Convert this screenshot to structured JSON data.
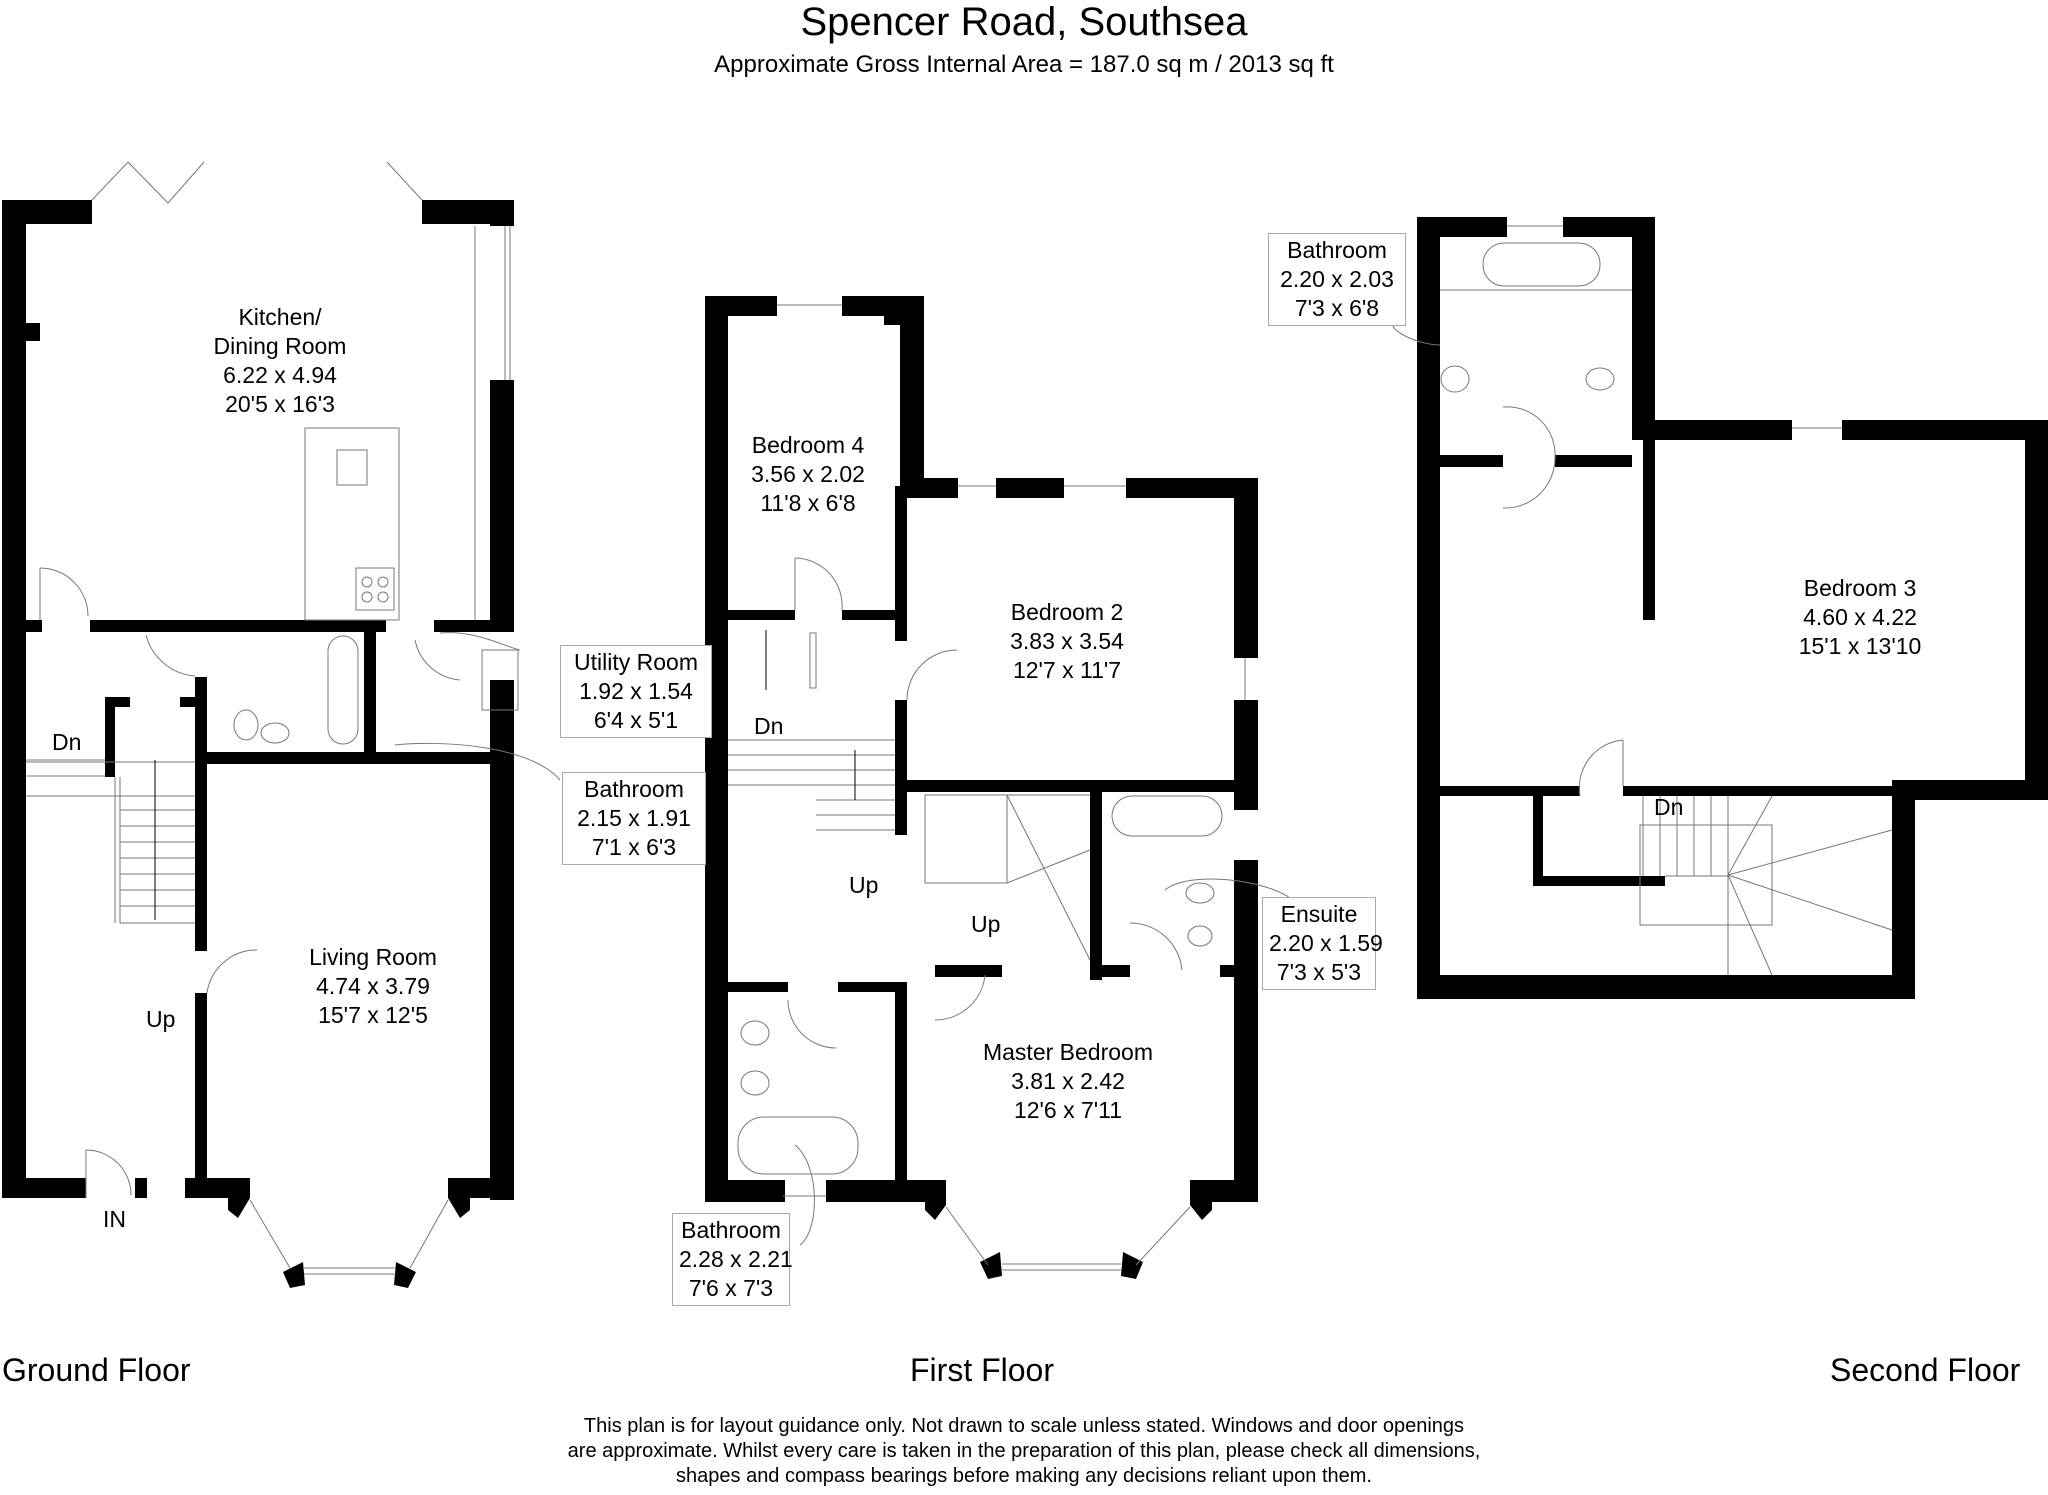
{
  "header": {
    "title": "Spencer Road, Southsea",
    "subtitle": "Approximate Gross Internal Area = 187.0 sq m / 2013 sq ft"
  },
  "floors": {
    "ground": {
      "label": "Ground Floor",
      "rooms": [
        {
          "name": "Kitchen/",
          "name2": "Dining Room",
          "metric": "6.22 x 4.94",
          "imperial": "20'5 x 16'3"
        },
        {
          "name": "Utility Room",
          "metric": "1.92 x 1.54",
          "imperial": "6'4 x 5'1"
        },
        {
          "name": "Bathroom",
          "metric": "2.15 x 1.91",
          "imperial": "7'1 x 6'3"
        },
        {
          "name": "Living Room",
          "metric": "4.74 x 3.79",
          "imperial": "15'7 x 12'5"
        }
      ],
      "stairs": {
        "down": "Dn",
        "up": "Up"
      },
      "entrance": "IN"
    },
    "first": {
      "label": "First Floor",
      "rooms": [
        {
          "name": "Bedroom 4",
          "metric": "3.56 x 2.02",
          "imperial": "11'8 x 6'8"
        },
        {
          "name": "Bedroom 2",
          "metric": "3.83 x 3.54",
          "imperial": "12'7 x 11'7"
        },
        {
          "name": "Ensuite",
          "metric": "2.20 x 1.59",
          "imperial": "7'3 x 5'3"
        },
        {
          "name": "Master Bedroom",
          "metric": "3.81 x 2.42",
          "imperial": "12'6 x 7'11"
        },
        {
          "name": "Bathroom",
          "metric": "2.28 x 2.21",
          "imperial": "7'6 x 7'3"
        }
      ],
      "stairs": {
        "down": "Dn",
        "up1": "Up",
        "up2": "Up"
      }
    },
    "second": {
      "label": "Second Floor",
      "rooms": [
        {
          "name": "Bathroom",
          "metric": "2.20 x 2.03",
          "imperial": "7'3 x 6'8"
        },
        {
          "name": "Bedroom 3",
          "metric": "4.60 x 4.22",
          "imperial": "15'1 x 13'10"
        }
      ],
      "stairs": {
        "down": "Dn"
      }
    }
  },
  "disclaimer": {
    "line1": "This plan is for layout guidance only. Not drawn to scale unless stated. Windows and door openings",
    "line2": "are approximate. Whilst every care is taken in the preparation of this plan, please check all dimensions,",
    "line3": "shapes and compass bearings before making any decisions reliant upon them."
  },
  "colors": {
    "wall": "#000000",
    "background": "#ffffff",
    "fixture_line": "#777777"
  }
}
